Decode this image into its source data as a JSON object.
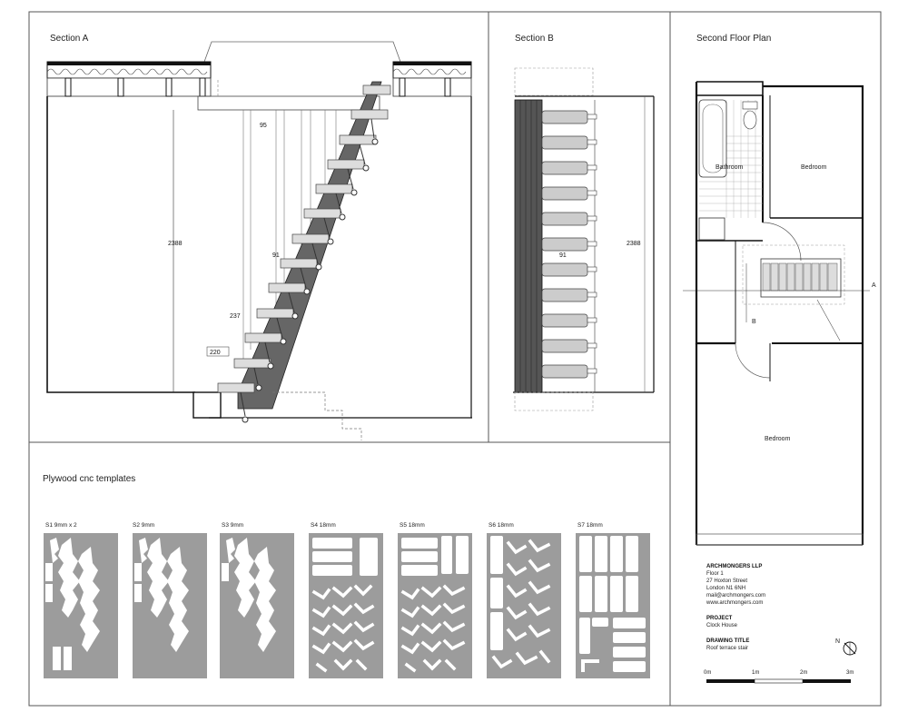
{
  "section_a": {
    "title": "Section A",
    "dims": {
      "landing": "95",
      "height": "2388",
      "going": "91",
      "riser": "237",
      "tread": "220"
    }
  },
  "section_b": {
    "title": "Section B",
    "dims": {
      "going": "91",
      "height": "2388"
    }
  },
  "plan": {
    "title": "Second Floor Plan",
    "rooms": [
      "Bathroom",
      "Bedroom",
      "Bedroom"
    ],
    "markers": {
      "a": "A",
      "b": "B"
    }
  },
  "templates": {
    "title": "Plywood cnc templates",
    "labels": [
      "S1 9mm x 2",
      "S2 9mm",
      "S3 9mm",
      "S4 18mm",
      "S5 18mm",
      "S6 18mm",
      "S7 18mm"
    ]
  },
  "title_block": {
    "company": "ARCHMONGERS LLP",
    "address": [
      "Floor 1",
      "27 Hoxton Street",
      "London N1 6NH",
      "mail@archmongers.com",
      "www.archmongers.com"
    ],
    "project_heading": "PROJECT",
    "project": "Clock House",
    "drawing_title_heading": "DRAWING TITLE",
    "drawing_title": "Roof terrace stair",
    "north": "N",
    "scale_labels": [
      "0m",
      "1m",
      "2m",
      "3m"
    ]
  }
}
